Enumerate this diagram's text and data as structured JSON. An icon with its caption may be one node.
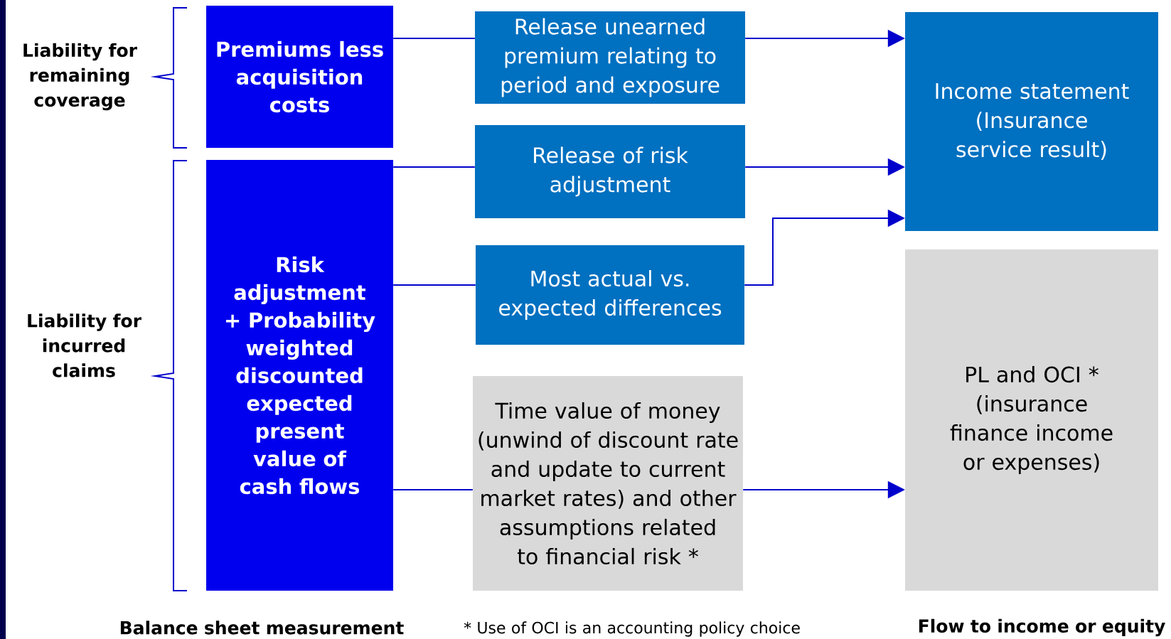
{
  "diagram": {
    "nodes": [
      {
        "text": [
          "Premiums less acquisition costs"
        ]
      },
      {
        "text": [
          "Risk adjustment + Probability weighted discounted expected present value of cash flows"
        ]
      },
      {
        "text": [
          "Release unearned premium relating to period and exposure"
        ]
      },
      {
        "text": [
          "Release of risk adjustment"
        ]
      },
      {
        "text": [
          "Most actual vs. expected differences"
        ]
      },
      {
        "text": [
          "Time value of money (unwind of discount rate and update to current market rates) and other assumptions related to financial risk *"
        ]
      },
      {
        "text": [
          "Income statement (Insurance service result)"
        ]
      },
      {
        "text": [
          "PL and OCI * (insurance finance income or expenses)"
        ]
      }
    ],
    "edges": [
      {
        "from": 0,
        "to": 2,
        "arrow": "none"
      },
      {
        "from": 2,
        "to": 6,
        "arrow": "to"
      },
      {
        "from": 1,
        "to": 3,
        "arrow": "none"
      },
      {
        "from": 3,
        "to": 6,
        "arrow": "to"
      },
      {
        "from": 1,
        "to": 4,
        "arrow": "none"
      },
      {
        "from": 4,
        "to": 6,
        "arrow": "to"
      },
      {
        "from": 1,
        "to": 5,
        "arrow": "none"
      },
      {
        "from": 5,
        "to": 7,
        "arrow": "to"
      }
    ],
    "labels": [
      "Liability for remaining coverage",
      "Liability for incurred claims",
      "Balance sheet measurement",
      "* Use of OCI is an accounting policy choice",
      "Flow to income or equity"
    ]
  }
}
